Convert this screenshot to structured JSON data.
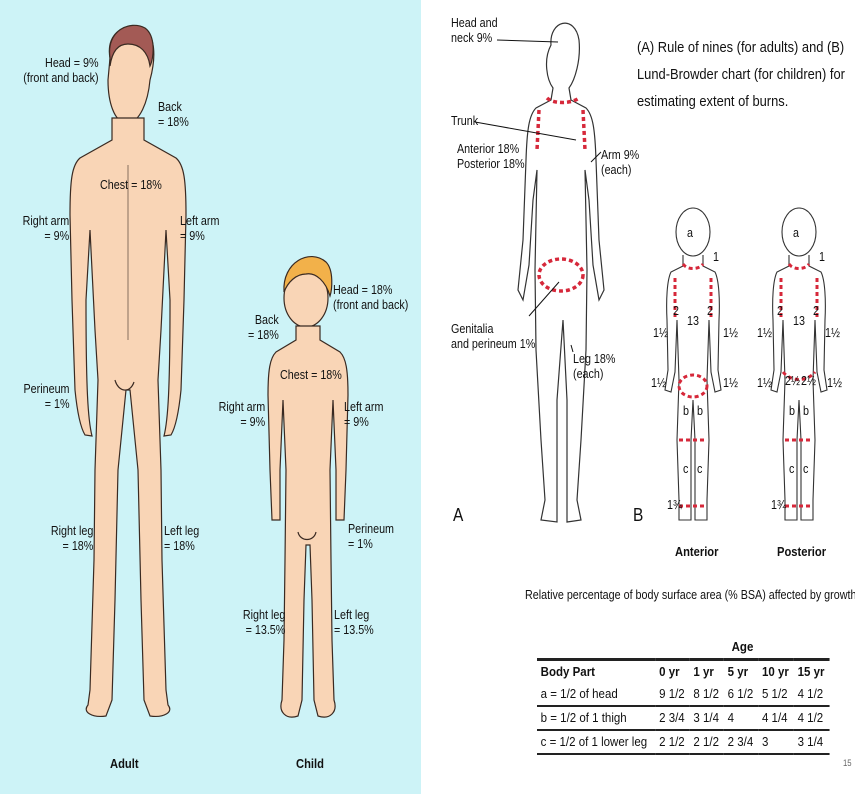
{
  "left": {
    "labels": {
      "adult_head": [
        "Head = 9%",
        "(front and back)"
      ],
      "adult_back": [
        "Back",
        "= 18%"
      ],
      "adult_chest": [
        "Chest = 18%"
      ],
      "adult_right_arm": [
        "Right arm",
        "= 9%"
      ],
      "adult_left_arm": [
        "Left arm",
        "= 9%"
      ],
      "adult_perineum": [
        "Perineum",
        "= 1%"
      ],
      "adult_right_leg": [
        "Right leg",
        "= 18%"
      ],
      "adult_left_leg": [
        "Left leg",
        "= 18%"
      ],
      "child_head": [
        "Head = 18%",
        "(front and back)"
      ],
      "child_back": [
        "Back",
        "= 18%"
      ],
      "child_chest": [
        "Chest = 18%"
      ],
      "child_right_arm": [
        "Right arm",
        "= 9%"
      ],
      "child_left_arm": [
        "Left arm",
        "= 9%"
      ],
      "child_perineum": [
        "Perineum",
        "= 1%"
      ],
      "child_right_leg": [
        "Right leg",
        "= 13.5%"
      ],
      "child_left_leg": [
        "Left leg",
        "= 13.5%"
      ]
    },
    "adult_caption": "Adult",
    "child_caption": "Child"
  },
  "right": {
    "labels": {
      "head_neck": [
        "Head and",
        "neck 9%"
      ],
      "trunk": [
        "Trunk"
      ],
      "trunk_pct": [
        "Anterior 18%",
        "Posterior 18%"
      ],
      "arm": [
        "Arm 9%",
        "(each)"
      ],
      "genitalia": [
        "Genitalia",
        "and perineum 1%"
      ],
      "leg": [
        "Leg 18%",
        "(each)"
      ]
    },
    "caption": "(A) Rule of nines (for adults) and (B) Lund-Browder chart (for children) for estimating extent of burns.",
    "label_A": "A",
    "label_B": "B",
    "anterior": "Anterior",
    "posterior": "Posterior",
    "lund_marks": {
      "a": "a",
      "b": "b",
      "c": "c",
      "one": "1",
      "two": "2",
      "thirteen": "13",
      "one_half": "1½",
      "two_half": "2½",
      "one_three_quarter": "1¾"
    },
    "table_title": "Relative percentage of body surface area (% BSA) affected by growth",
    "age_header": "Age",
    "columns": [
      "Body Part",
      "0 yr",
      "1 yr",
      "5 yr",
      "10 yr",
      "15 yr"
    ],
    "rows": [
      [
        "a = 1/2 of head",
        "9 1/2",
        "8 1/2",
        "6 1/2",
        "5 1/2",
        "4 1/2"
      ],
      [
        "b = 1/2 of 1 thigh",
        "2 3/4",
        "3 1/4",
        "4",
        "4 1/4",
        "4 1/2"
      ],
      [
        "c = 1/2 of 1 lower leg",
        "2 1/2",
        "2 1/2",
        "2 3/4",
        "3",
        "3 1/4"
      ]
    ],
    "page_number": "15"
  },
  "colors": {
    "left_bg": "#cdf3f7",
    "skin": "#f9d5b6",
    "outline": "#3a2a22",
    "adult_hair": "#a35a55",
    "child_hair": "#f2b14a",
    "burn_marks": "#d6283a"
  }
}
